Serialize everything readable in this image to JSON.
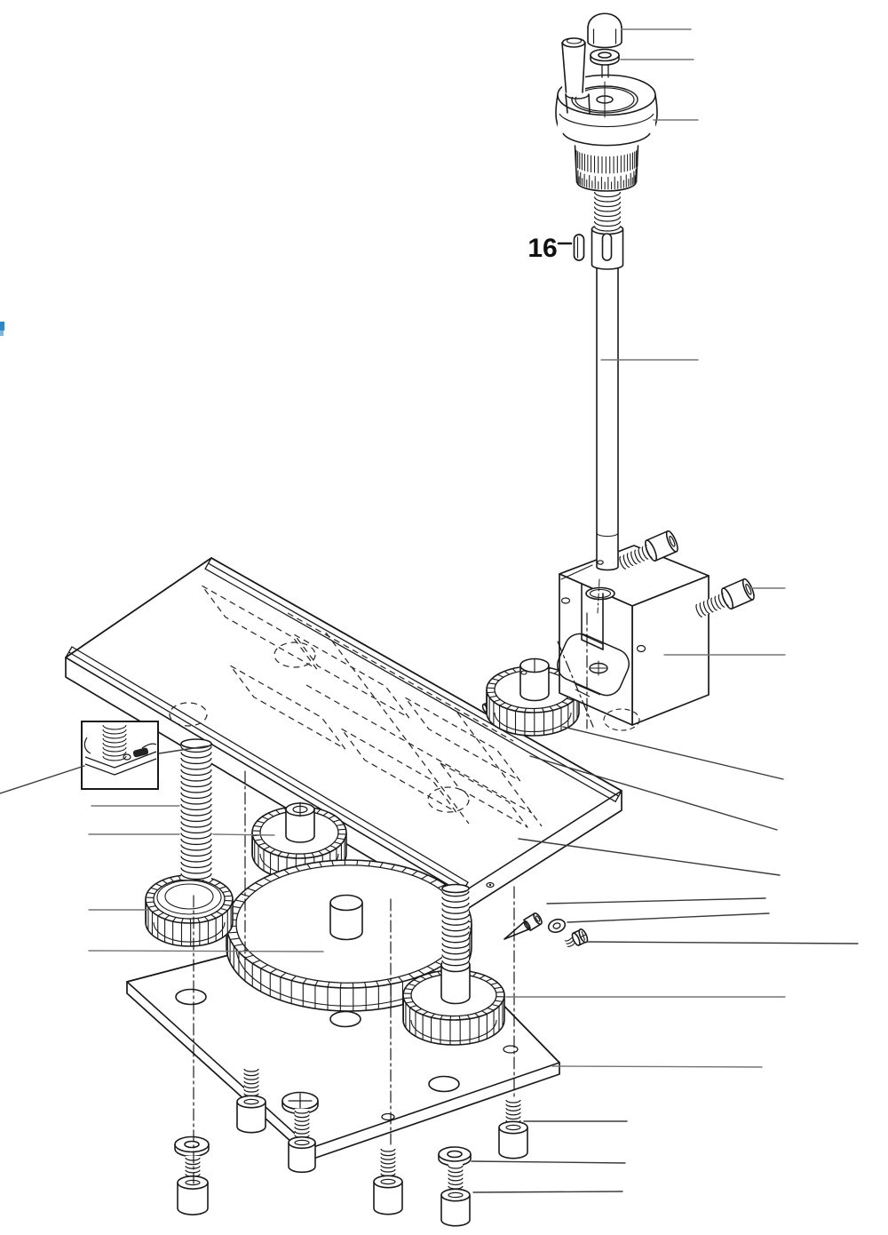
{
  "diagram": {
    "type": "exploded-parts-diagram",
    "callout": {
      "number": "16",
      "points_to": "woodruff-key"
    },
    "parts": [
      "cap-nut",
      "top-washer",
      "crank-handle",
      "handwheel",
      "graduated-dial",
      "threaded-spindle-tip",
      "woodruff-key",
      "drive-shaft",
      "socket-head-cap-screw-upper",
      "socket-head-cap-screw-lower",
      "bearing-block",
      "pinion-gear",
      "pinion-drive-pin",
      "cross-slide-table",
      "detail-inset-set-screw",
      "lead-screw-left",
      "lead-screw-right",
      "spur-gear-left",
      "spur-gear-middle",
      "main-spur-gear",
      "spur-gear-right",
      "taper-oiler-pin",
      "small-washer",
      "pan-head-screw",
      "base-plate",
      "base-washer-a",
      "base-cap-screw-a",
      "base-cap-screw-b",
      "flat-head-screw",
      "base-cap-screw-c",
      "base-washer-b",
      "base-cap-screw-d",
      "base-cap-screw-e"
    ],
    "colors": {
      "line": "#1a1a1a",
      "leader": "#757575",
      "leader_dark": "#3a3a3a",
      "paper": "#ffffff",
      "artifact_blue": "#2f86c8"
    }
  }
}
